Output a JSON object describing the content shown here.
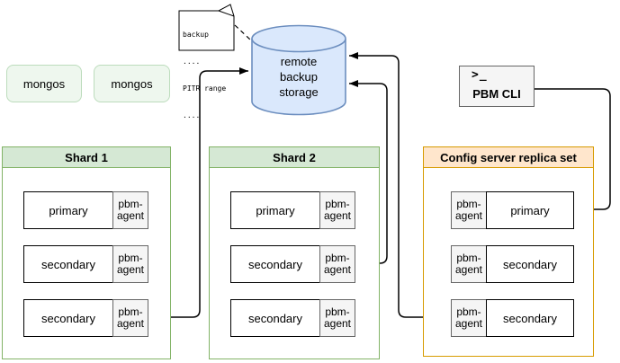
{
  "note": {
    "lines": [
      "backup",
      "....",
      "PITR range",
      "...."
    ]
  },
  "storage": {
    "lines": [
      "remote",
      "backup",
      "storage"
    ],
    "fill": "#dae8fc",
    "border": "#6c8ebf"
  },
  "mongos": [
    "mongos",
    "mongos"
  ],
  "pbm_cli": {
    "prompt": ">_",
    "label": "PBM CLI"
  },
  "clusters": [
    {
      "title": "Shard 1",
      "theme": "green",
      "rows": [
        {
          "member": "primary",
          "agent": "pbm-agent"
        },
        {
          "member": "secondary",
          "agent": "pbm-agent"
        },
        {
          "member": "secondary",
          "agent": "pbm-agent"
        }
      ]
    },
    {
      "title": "Shard 2",
      "theme": "green",
      "rows": [
        {
          "member": "primary",
          "agent": "pbm-agent"
        },
        {
          "member": "secondary",
          "agent": "pbm-agent"
        },
        {
          "member": "secondary",
          "agent": "pbm-agent"
        }
      ]
    },
    {
      "title": "Config server replica set",
      "theme": "orange",
      "rows": [
        {
          "member": "primary",
          "agent": "pbm-agent"
        },
        {
          "member": "secondary",
          "agent": "pbm-agent"
        },
        {
          "member": "secondary",
          "agent": "pbm-agent"
        }
      ]
    }
  ],
  "colors": {
    "shard_header_fill": "#d5e8d4",
    "shard_border": "#82b366",
    "config_header_fill": "#ffe6cc",
    "config_border": "#d79b00",
    "storage_fill": "#dae8fc",
    "storage_border": "#6c8ebf",
    "agent_fill": "#f5f5f5",
    "agent_border": "#666666",
    "mongos_fill": "#eef7ee",
    "mongos_border": "#bcdcbc",
    "connector": "#000000"
  }
}
